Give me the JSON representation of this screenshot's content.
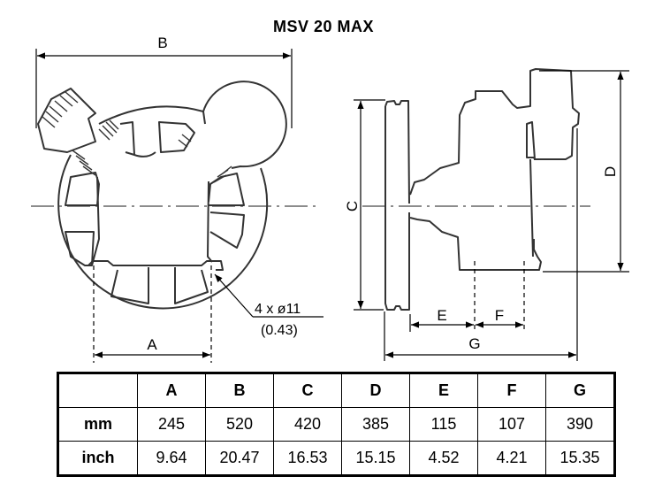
{
  "title": "MSV 20 MAX",
  "front_view": {
    "dim_labels": {
      "A": "A",
      "B": "B"
    },
    "hole_note": {
      "line1": "4 x ø11",
      "line2": "(0.43)"
    }
  },
  "side_view": {
    "dim_labels": {
      "C": "C",
      "D": "D",
      "E": "E",
      "F": "F",
      "G": "G"
    }
  },
  "table": {
    "corner": "",
    "columns": [
      "A",
      "B",
      "C",
      "D",
      "E",
      "F",
      "G"
    ],
    "rows": [
      {
        "unit": "mm",
        "values": [
          "245",
          "520",
          "420",
          "385",
          "115",
          "107",
          "390"
        ]
      },
      {
        "unit": "inch",
        "values": [
          "9.64",
          "20.47",
          "16.53",
          "15.15",
          "4.52",
          "4.21",
          "15.35"
        ]
      }
    ]
  }
}
